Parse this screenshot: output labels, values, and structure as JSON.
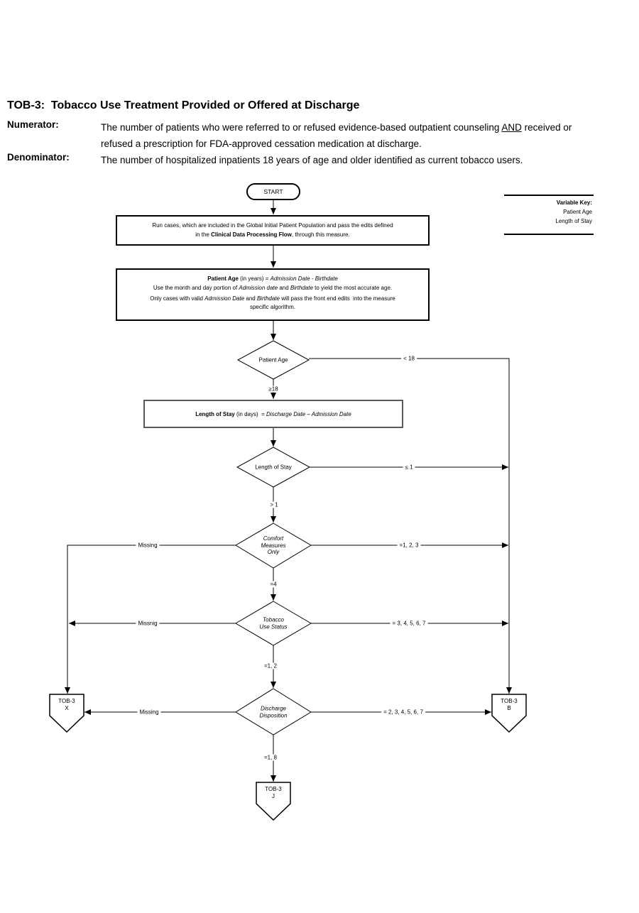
{
  "header": {
    "title": "TOB-3:  Tobacco Use Treatment Provided or Offered at Discharge",
    "numerator_label": "Numerator:",
    "numerator_line1_pre": "The number of patients who were referred to or refused evidence-based outpatient counseling ",
    "numerator_and": "AND",
    "numerator_line1_post": " received or",
    "numerator_line2": "refused a prescription for FDA-approved cessation medication at discharge.",
    "denominator_label": "Denominator:",
    "denominator_text": "The number of hospitalized inpatients 18 years of age and older identified as current tobacco users."
  },
  "variable_key": {
    "title": "Variable Key:",
    "items": [
      "Patient Age",
      "Length of Stay"
    ]
  },
  "flowchart": {
    "start_label": "START",
    "box1": {
      "line1": "Run cases, which are included in the Global Initial Patient Population and pass the edits defined",
      "line2_pre": "in the ",
      "line2_bold": "Clinical Data Processing Flow",
      "line2_post": ", through this measure."
    },
    "box2": {
      "l1a": "Patient Age",
      "l1b": " (in years) = ",
      "l1c": "Admission Date - Birthdate",
      "l2a": "Use the month and day portion of ",
      "l2b": "Admission date",
      "l2c": " and ",
      "l2d": "Birthdate",
      "l2e": " to yield the most accurate age.",
      "l3a": "Only cases with valid ",
      "l3b": "Admission Date",
      "l3c": " and ",
      "l3d": "Birthdate",
      "l3e": " will pass the front end edits  into the measure",
      "l4": "specific algorithm."
    },
    "los_box": {
      "a": "Length of Stay",
      "b": " (in days)  = ",
      "c": "Discharge Date – Admission Date"
    },
    "diamonds": {
      "patient_age": "Patient Age",
      "length_of_stay": "Length of Stay",
      "comfort_l1": "Comfort",
      "comfort_l2": "Measures",
      "comfort_l3": "Only",
      "tobacco_l1": "Tobacco",
      "tobacco_l2": "Use Status",
      "discharge_l1": "Discharge",
      "discharge_l2": "Disposition"
    },
    "branch_labels": {
      "lt18": "< 18",
      "ge18": "≥18",
      "le1": "≤ 1",
      "gt1": "> 1",
      "missing_comfort": "Missing",
      "eq123": "=1, 2, 3",
      "eq4": "=4",
      "missnig_tobacco": "Missnig",
      "eq34567": "= 3, 4, 5, 6, 7",
      "eq12": "=1, 2",
      "missing_discharge": "Missing",
      "eq234567": "= 2, 3, 4, 5, 6, 7",
      "eq18": "=1, 8"
    },
    "connectors": {
      "x_l1": "TOB-3",
      "x_l2": "X",
      "b_l1": "TOB-3",
      "b_l2": "B",
      "j_l1": "TOB-3",
      "j_l2": "J"
    }
  },
  "colors": {
    "line": "#000000",
    "background": "#ffffff",
    "los_box_border": "#595959"
  }
}
